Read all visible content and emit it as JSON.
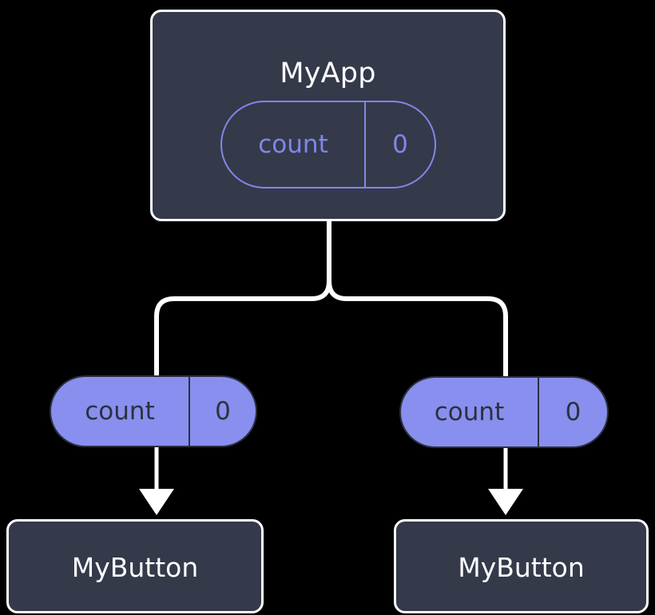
{
  "diagram": {
    "type": "component-tree",
    "title_visible": false,
    "background_color": "#000000",
    "node_fill": "#343a4a",
    "node_stroke": "#ffffff",
    "pill_fill": "#888fee",
    "pill_outline_color": "#8186e8",
    "pill_text_dark": "#2c3140",
    "edge_color": "#ffffff"
  },
  "root": {
    "name": "MyApp",
    "state_pill": {
      "key": "count",
      "value": "0",
      "style": "outlined"
    }
  },
  "branches": [
    {
      "prop_pill": {
        "key": "count",
        "value": "0",
        "style": "filled"
      },
      "child": {
        "name": "MyButton"
      }
    },
    {
      "prop_pill": {
        "key": "count",
        "value": "0",
        "style": "filled"
      },
      "child": {
        "name": "MyButton"
      }
    }
  ]
}
